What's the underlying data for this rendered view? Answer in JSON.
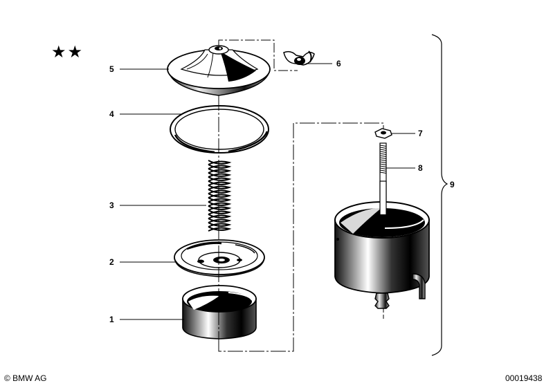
{
  "diagram": {
    "markers": "★★",
    "callouts": {
      "c1": "1",
      "c2": "2",
      "c3": "3",
      "c4": "4",
      "c5": "5",
      "c6": "6",
      "c7": "7",
      "c8": "8",
      "c9": "9"
    },
    "copyright": "© BMW AG",
    "doc_id": "00019438"
  },
  "colors": {
    "ink": "#000000",
    "paper": "#ffffff"
  }
}
